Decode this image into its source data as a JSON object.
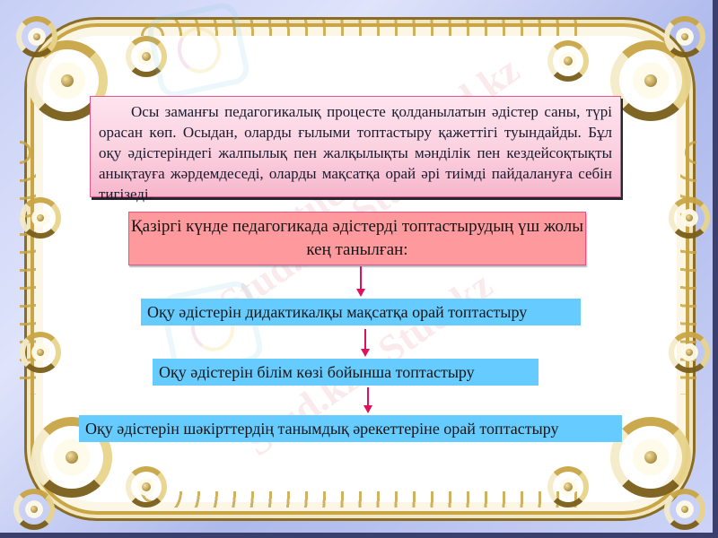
{
  "slide": {
    "intro_text": "Осы заманғы педагогикалық процесте қолданылатын әдістер саны, түрі орасан көп. Осыдан, оларды ғылыми топтастыру қажеттігі туындайды. Бұл оқу әдістеріндегі жалпылық пен жалқылықты мәнділік пен кездейсоқтықты анықтауға жәрдемдеседі, оларды мақсатқа орай әрі тиімді пайдалануға себін тигізеді.",
    "heading": "Қазіргі күнде педагогикада әдістерді топтастырудың үш жолы кең танылған:",
    "methods": [
      {
        "label": "Оқу әдістерін дидактикалқы мақсатқа орай топтастыру"
      },
      {
        "label": "Оқу әдістерін білім көзі бойынша топтастыру"
      },
      {
        "label": "Оқу әдістерін шәкірттердің танымдық әрекеттеріне орай топтастыру"
      }
    ],
    "watermark_text": "Stud.kz - Stud.kz"
  },
  "colors": {
    "intro_box_bg": "#fbd0df",
    "intro_box_border": "#e0578c",
    "heading_box_bg": "#fe9a9e",
    "method_box_bg": "#66cbff",
    "arrow": "#e0105a",
    "frame_gold": "#c9a545",
    "frame_bg": "#c7cff5"
  },
  "icons": {
    "arrow": "arrow-down-icon",
    "ornament": "ornamental-frame"
  }
}
